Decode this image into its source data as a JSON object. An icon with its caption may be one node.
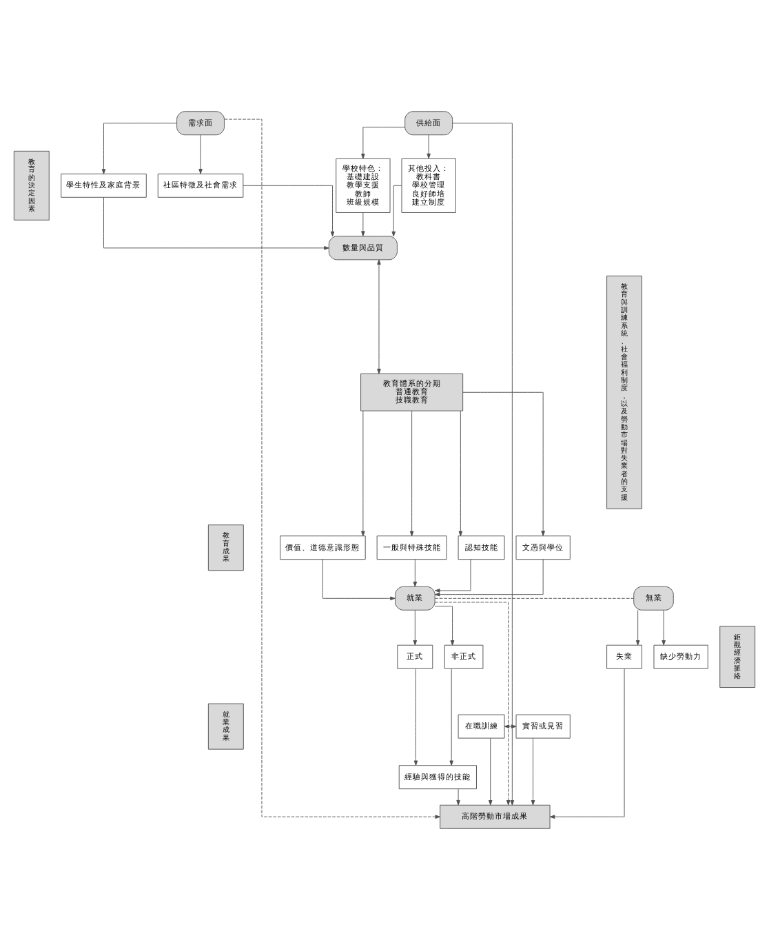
{
  "diagram": {
    "nodes": [
      {
        "text": [
          "教育的決定因素"
        ]
      },
      {
        "text": [
          "需求面"
        ]
      },
      {
        "text": [
          "供給面"
        ]
      },
      {
        "text": [
          "學生特性及家庭背景"
        ]
      },
      {
        "text": [
          "社區特徵及社會需求"
        ]
      },
      {
        "text": [
          "學校特色：",
          "基礎建設",
          "教學支援",
          "教師",
          "班級規模"
        ]
      },
      {
        "text": [
          "其他投入：",
          "教科書",
          "學校管理",
          "良好師培",
          "建立制度"
        ]
      },
      {
        "text": [
          "數量與品質"
        ]
      },
      {
        "text": [
          "教育體系的分期",
          "普通教育",
          "技職教育"
        ]
      },
      {
        "text": [
          "價值、道德意識形態"
        ]
      },
      {
        "text": [
          "一般與特殊技能"
        ]
      },
      {
        "text": [
          "認知技能"
        ]
      },
      {
        "text": [
          "文憑與學位"
        ]
      },
      {
        "text": [
          "教育成果"
        ]
      },
      {
        "text": [
          "就業"
        ]
      },
      {
        "text": [
          "無業"
        ]
      },
      {
        "text": [
          "就業成果"
        ]
      },
      {
        "text": [
          "正式"
        ]
      },
      {
        "text": [
          "非正式"
        ]
      },
      {
        "text": [
          "失業"
        ]
      },
      {
        "text": [
          "缺少勞動力"
        ]
      },
      {
        "text": [
          "在職訓練"
        ]
      },
      {
        "text": [
          "實習或見習"
        ]
      },
      {
        "text": [
          "經驗與獲得的技能"
        ]
      },
      {
        "text": [
          "高階勞動市場成果"
        ]
      },
      {
        "text": [
          "鉅觀經濟脈絡"
        ]
      },
      {
        "text": [
          "教育與訓練系統、社會福利制度，以及勞動市場對失業者的支援"
        ]
      }
    ],
    "edges": [
      {
        "from": 1,
        "to": 3,
        "arrow": "to"
      },
      {
        "from": 1,
        "to": 4,
        "arrow": "to"
      },
      {
        "from": 2,
        "to": 5,
        "arrow": "to"
      },
      {
        "from": 2,
        "to": 6,
        "arrow": "to"
      },
      {
        "from": 1,
        "to": 24,
        "arrow": "to",
        "style": "dashed"
      },
      {
        "from": 2,
        "to": 24,
        "arrow": "to"
      },
      {
        "from": 3,
        "to": 7,
        "arrow": "to"
      },
      {
        "from": 4,
        "to": 7,
        "arrow": "to"
      },
      {
        "from": 5,
        "to": 7,
        "arrow": "to"
      },
      {
        "from": 6,
        "to": 7,
        "arrow": "to"
      },
      {
        "from": 7,
        "to": 8,
        "arrow": "both"
      },
      {
        "from": 8,
        "to": 9,
        "arrow": "to"
      },
      {
        "from": 8,
        "to": 10,
        "arrow": "to"
      },
      {
        "from": 8,
        "to": 11,
        "arrow": "to"
      },
      {
        "from": 8,
        "to": 12,
        "arrow": "to"
      },
      {
        "from": 9,
        "to": 14,
        "arrow": "to"
      },
      {
        "from": 10,
        "to": 14,
        "arrow": "to"
      },
      {
        "from": 11,
        "to": 14,
        "arrow": "to"
      },
      {
        "from": 12,
        "to": 14,
        "arrow": "to"
      },
      {
        "from": 14,
        "to": 24,
        "arrow": "to",
        "style": "dashed"
      },
      {
        "from": 14,
        "to": 15,
        "arrow": "none",
        "style": "dashed"
      },
      {
        "from": 14,
        "to": 17,
        "arrow": "to"
      },
      {
        "from": 14,
        "to": 18,
        "arrow": "to"
      },
      {
        "from": 15,
        "to": 19,
        "arrow": "to"
      },
      {
        "from": 15,
        "to": 20,
        "arrow": "to"
      },
      {
        "from": 17,
        "to": 23,
        "arrow": "to"
      },
      {
        "from": 18,
        "to": 23,
        "arrow": "to"
      },
      {
        "from": 21,
        "to": 22,
        "arrow": "both"
      },
      {
        "from": 21,
        "to": 24,
        "arrow": "to"
      },
      {
        "from": 22,
        "to": 24,
        "arrow": "to"
      },
      {
        "from": 23,
        "to": 24,
        "arrow": "to"
      },
      {
        "from": 19,
        "to": 24,
        "arrow": "to"
      }
    ]
  }
}
